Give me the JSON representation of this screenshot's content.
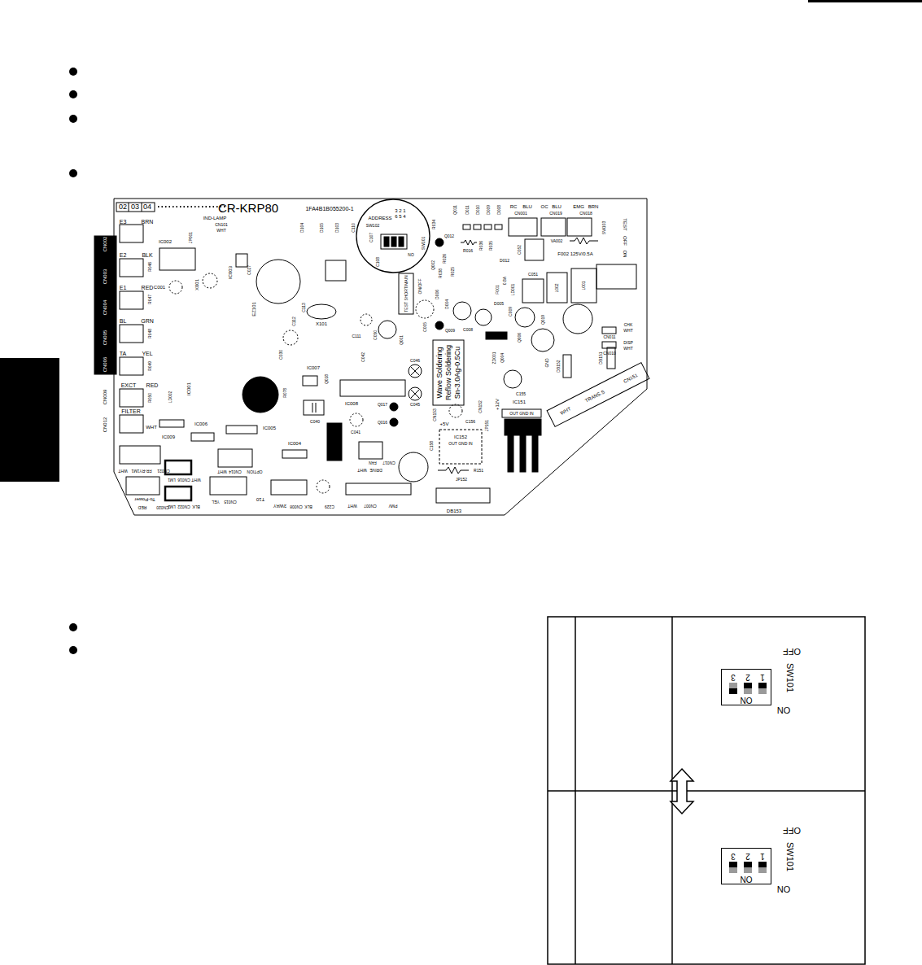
{
  "diagram": {
    "nodes": [
      {
        "text": [
          "ON",
          "SW101",
          "OFF",
          "1",
          "2",
          "3",
          "ON"
        ]
      },
      {
        "text": [
          "ON",
          "SW101",
          "OFF",
          "1",
          "2",
          "3",
          "ON"
        ]
      }
    ],
    "labels": [
      "02",
      "03",
      "04",
      "CR-KRP80",
      "1FA4B1B055200-1",
      "ADDRESS",
      "3 2 1",
      "6 5 4",
      "SW102",
      "IND-LAMP",
      "CN101",
      "WHT",
      "JP001",
      "E3",
      "BRN",
      "CN002",
      "E2",
      "BLK",
      "CN003",
      "E1",
      "RED",
      "CN004",
      "BL",
      "GRN",
      "CN005",
      "TA",
      "YEL",
      "CN006",
      "EXCT",
      "RED",
      "CN009",
      "FILTER",
      "WHT",
      "CN012",
      "R046",
      "R047",
      "R048",
      "R049",
      "R050",
      "IC002",
      "C001",
      "IC003",
      "X001",
      "C027",
      "EZ101",
      "D104",
      "D105",
      "D103",
      "C110",
      "X101",
      "C113",
      "C112",
      "C111",
      "C050",
      "Q001",
      "C030",
      "IC007",
      "Q018",
      "C042",
      "IC008",
      "C046",
      "C045",
      "Q017",
      "Q016",
      "R078",
      "IC001",
      "LD002",
      "IC006",
      "IC005",
      "IC004",
      "C040",
      "C041",
      "IC009",
      "WHT",
      "FR-RY1M1",
      "CN021",
      "To-Power",
      "RED",
      "CN020",
      "LM1",
      "CN016",
      "WHT",
      "LM2",
      "CN022",
      "BLK",
      "YEL",
      "CN015",
      "WHT",
      "CN014",
      "OPTION",
      "T10",
      "3WAY",
      "CN008",
      "BLK",
      "C229",
      "FAN",
      "CN017",
      "DRIVE",
      "WHT",
      "WHT",
      "CN007",
      "PMV",
      "DB153",
      "JP152",
      "R151",
      "C158",
      "IC152",
      "OUT GND IN",
      "+5V",
      "CN153",
      "IC151",
      "OUT GND IN",
      "+12V",
      "JP151",
      "CN152",
      "C156",
      "Wave Soldering",
      "Reflow Soldering",
      "Sn-3.0Ag-0.5Cu",
      "CN151",
      "TRANS.S",
      "WHT",
      "DB151",
      "DB152",
      "C155",
      "GND",
      "Q019",
      "C009",
      "CHK",
      "WHT",
      "CN011",
      "DISP",
      "WHT",
      "CN010",
      "SW103",
      "TEST",
      "OFF",
      "ON",
      "EMG",
      "BRN",
      "CN018",
      "OC",
      "BLU",
      "CN019",
      "RC",
      "BLU",
      "CN001",
      "Q011",
      "D011",
      "D010",
      "D009",
      "D008",
      "R034",
      "Q012",
      "R016",
      "R036",
      "R035",
      "D012",
      "F001",
      "0.8A",
      "D005",
      "LD001",
      "C052",
      "C051",
      "VA002",
      "F002 125V/0.5A",
      "L002",
      "L001",
      "Q006",
      "Q004",
      "ZD001",
      "R038",
      "SW101",
      "ON",
      "Q002",
      "R026",
      "R025",
      "C108",
      "C107",
      "TEST SHORT/MAIN",
      "ON/OFF",
      "D006",
      "D004",
      "Q009",
      "C008",
      "C005"
    ]
  }
}
